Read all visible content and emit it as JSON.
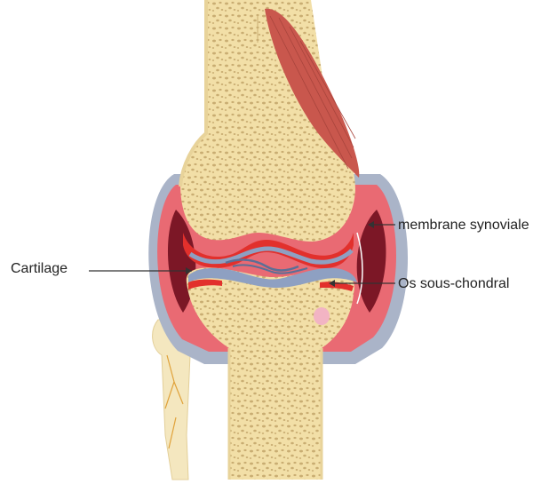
{
  "labels": {
    "cartilage": "Cartilage",
    "membrane": "membrane synoviale",
    "os": "Os sous-chondral"
  },
  "colors": {
    "bone": "#f2dfa7",
    "bone_spot": "#c9ad72",
    "muscle": "#c9574d",
    "capsule": "#aab4c8",
    "synovium": "#e96a73",
    "synovial_cavity": "#7c1726",
    "cartilage": "#8ea0c2",
    "inflammation": "#e2302c",
    "leader": "#333333"
  },
  "icons": {
    "leader_cartilage": "arrow-right-icon",
    "leader_membrane": "arrow-left-icon",
    "leader_os": "arrow-left-icon"
  }
}
